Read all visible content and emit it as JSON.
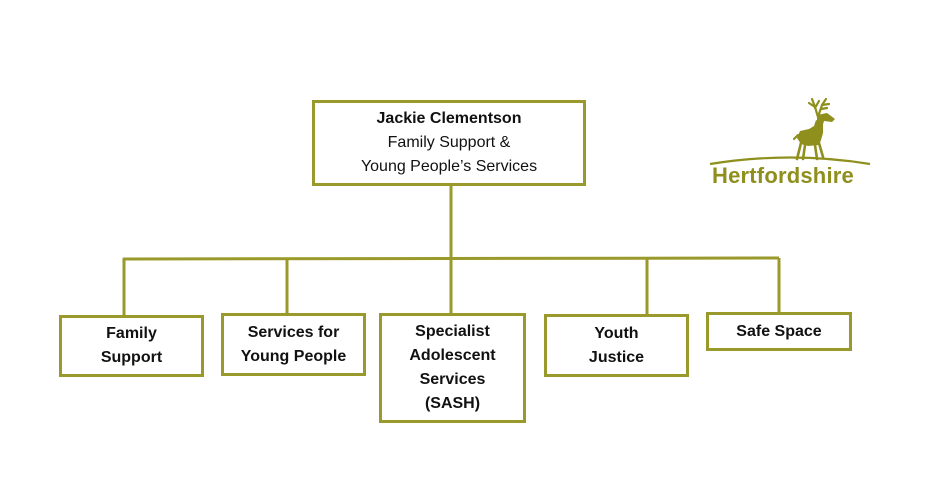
{
  "colors": {
    "accent": "#9a9a2c",
    "logo": "#8f8f1e",
    "text": "#111111"
  },
  "root": {
    "name": "Jackie Clementson",
    "title_line1": "Family Support &",
    "title_line2": "Young People’s Services"
  },
  "children": [
    {
      "lines": [
        "Family",
        "Support"
      ]
    },
    {
      "lines": [
        "Services for",
        "Young People"
      ]
    },
    {
      "lines": [
        "Specialist",
        "Adolescent",
        "Services",
        "(SASH)"
      ]
    },
    {
      "lines": [
        "Youth",
        "Justice"
      ]
    },
    {
      "lines": [
        "Safe Space"
      ]
    }
  ],
  "logo": {
    "text": "Hertfordshire",
    "icon": "stag-icon"
  }
}
